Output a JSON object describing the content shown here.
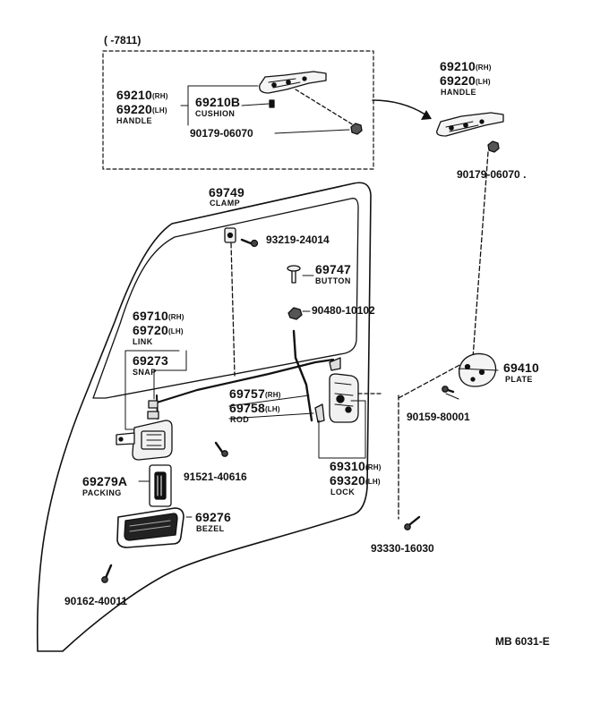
{
  "inset": {
    "range": "(     -7811)"
  },
  "parts": {
    "inset_handle": {
      "num_rh": "69210",
      "sfx_rh": "(RH)",
      "num_lh": "69220",
      "sfx_lh": "(LH)",
      "name": "HANDLE"
    },
    "inset_cushion": {
      "num": "69210B",
      "name": "CUSHION"
    },
    "inset_screw": {
      "num": "90179-06070"
    },
    "handle": {
      "num_rh": "69210",
      "sfx_rh": "(RH)",
      "num_lh": "69220",
      "sfx_lh": "(LH)",
      "name": "HANDLE"
    },
    "handle_screw": {
      "num": "90179-06070 ."
    },
    "clamp": {
      "num": "69749",
      "name": "CLAMP"
    },
    "clamp_screw": {
      "num": "93219-24014"
    },
    "button": {
      "num": "69747",
      "name": "BUTTON"
    },
    "grommet": {
      "num": "90480-10102"
    },
    "link": {
      "num_rh": "69710",
      "sfx_rh": "(RH)",
      "num_lh": "69720",
      "sfx_lh": "(LH)",
      "name": "LINK"
    },
    "snap": {
      "num": "69273",
      "name": "SNAP"
    },
    "rod": {
      "num_rh": "69757",
      "sfx_rh": "(RH)",
      "num_lh": "69758",
      "sfx_lh": "(LH)",
      "name": "ROD"
    },
    "plate": {
      "num": "69410",
      "name": "PLATE"
    },
    "plate_screw": {
      "num": "90159-80001"
    },
    "lock": {
      "num_rh": "69310",
      "sfx_rh": "(RH)",
      "num_lh": "69320",
      "sfx_lh": "(LH)",
      "name": "LOCK"
    },
    "lever_screw": {
      "num": "91521-40616"
    },
    "packing": {
      "num": "69279A",
      "name": "PACKING"
    },
    "bezel": {
      "num": "69276",
      "name": "BEZEL"
    },
    "bezel_screw": {
      "num": "90162-40011"
    },
    "lock_screw": {
      "num": "93330-16030"
    }
  },
  "drawing_code": "MB 6031-E"
}
